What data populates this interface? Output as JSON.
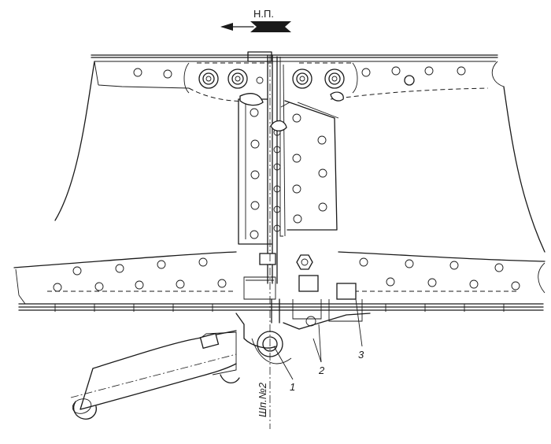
{
  "direction_label": "Н.П.",
  "frame_label": "Шп.№2",
  "callouts": [
    "1",
    "2",
    "3"
  ]
}
